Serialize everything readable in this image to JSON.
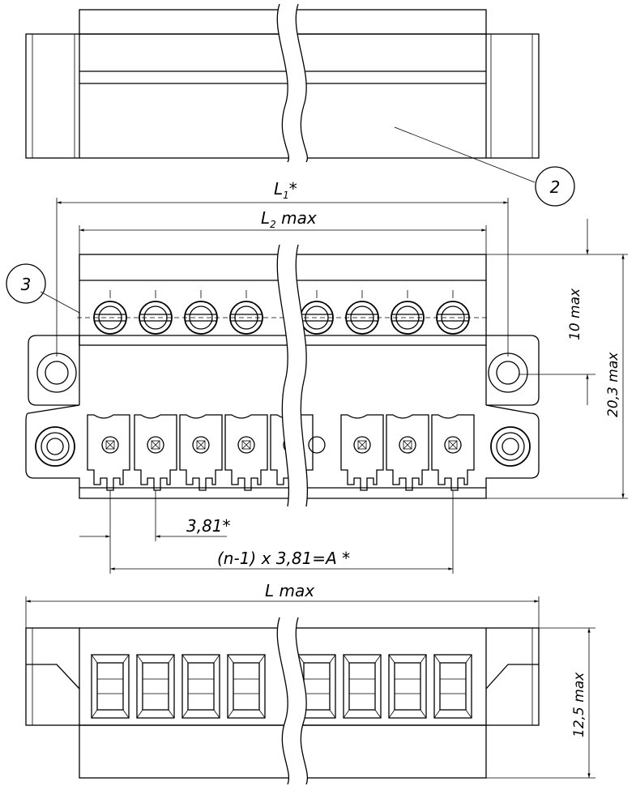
{
  "dimensions": {
    "l1": "L",
    "l1_sub": "1",
    "l1_mark": "*",
    "l2": "L",
    "l2_sub": "2",
    "l2_suffix": " max",
    "height_10": "10 max",
    "height_20": "20,3 max",
    "pitch": "3,81*",
    "span": "(n-1) x 3,81=A *",
    "length": "L max",
    "depth": "12,5 max"
  },
  "callouts": {
    "item_2": "2",
    "item_3": "3"
  },
  "break_gap": {
    "pitch_slot_count": 8
  }
}
